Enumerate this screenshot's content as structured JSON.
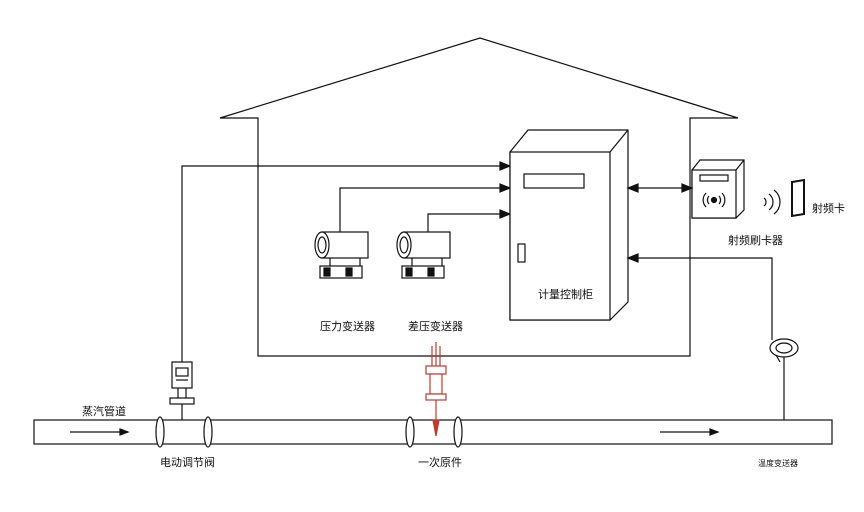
{
  "labels": {
    "steam_pipe": "蒸汽管道",
    "electric_valve": "电动调节阀",
    "primary_element": "一次原件",
    "temperature_transmitter": "温度变送器",
    "pressure_transmitter": "压力变送器",
    "dp_transmitter": "差压变送器",
    "metering_cabinet": "计量控制柜",
    "rf_card_reader": "射频刷卡器",
    "rf_card": "射频卡"
  },
  "colors": {
    "line": "#111111",
    "probe": "#c0392b"
  }
}
